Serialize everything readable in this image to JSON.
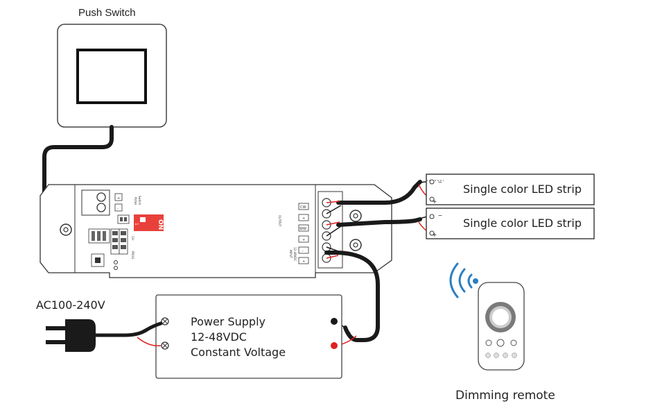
{
  "labels": {
    "push_switch": "Push Switch",
    "ac_input": "AC100-240V",
    "psu_line1": "Power Supply",
    "psu_line2": "12-48VDC",
    "psu_line3": "Constant Voltage",
    "strip_1": "Single color LED strip",
    "strip_2": "Single color LED strip",
    "remote": "Dimming remote"
  },
  "controller": {
    "dip_on": "ON",
    "dip_num": "1",
    "output_label": "OUTPUT",
    "input_label": "INPUT",
    "input_voltage": "12-48VDC",
    "out_cw": "CW",
    "out_ww": "WW",
    "plus": "+",
    "minus": "-",
    "switch_label": "Switch",
    "push_label": "PUSH",
    "ch_label": "CH",
    "prog_label": "PROG"
  },
  "strip_polarity": {
    "minus": "−",
    "plus": "+"
  },
  "colors": {
    "wire_black": "#1a1a1a",
    "wire_red": "#e02020",
    "dip_red": "#e8413b",
    "remote_wifi": "#2a7fc2",
    "outline": "#333333"
  }
}
